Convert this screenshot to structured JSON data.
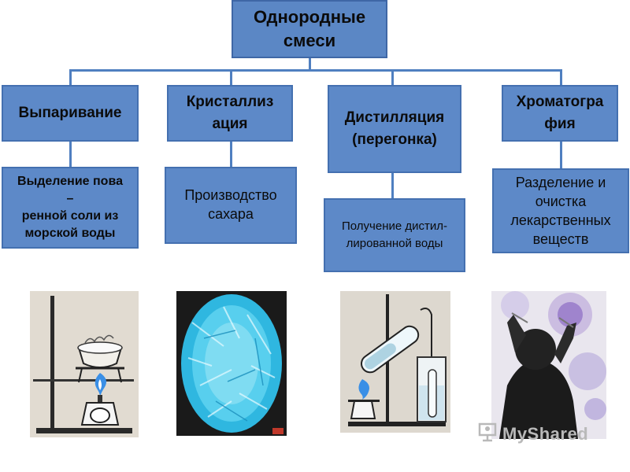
{
  "root": {
    "title_line1": "Однородные",
    "title_line2": "смеси"
  },
  "methods": [
    {
      "line1": "Выпаривание",
      "line2": "",
      "desc_lines": [
        "Выделение пова",
        "–",
        "ренной соли из",
        "морской воды"
      ]
    },
    {
      "line1": "Кристаллиз",
      "line2": "ация",
      "desc_lines": [
        "Производство",
        "сахара"
      ]
    },
    {
      "line1": "Дистилляция",
      "line2": "(перегонка)",
      "desc_lines": [
        "Получение дистил-",
        "лированной воды"
      ]
    },
    {
      "line1": "Хроматогра",
      "line2": "фия",
      "desc_lines": [
        "Разделение и",
        "очистка",
        "лекарственных",
        "веществ"
      ]
    }
  ],
  "watermark": {
    "brand": "MyShared"
  },
  "colors": {
    "box_fill": "#5d89c8",
    "box_border": "#4470b0",
    "connector": "#4f7fc0"
  },
  "icons": {
    "watermark_icon": "presentation-board-icon"
  }
}
